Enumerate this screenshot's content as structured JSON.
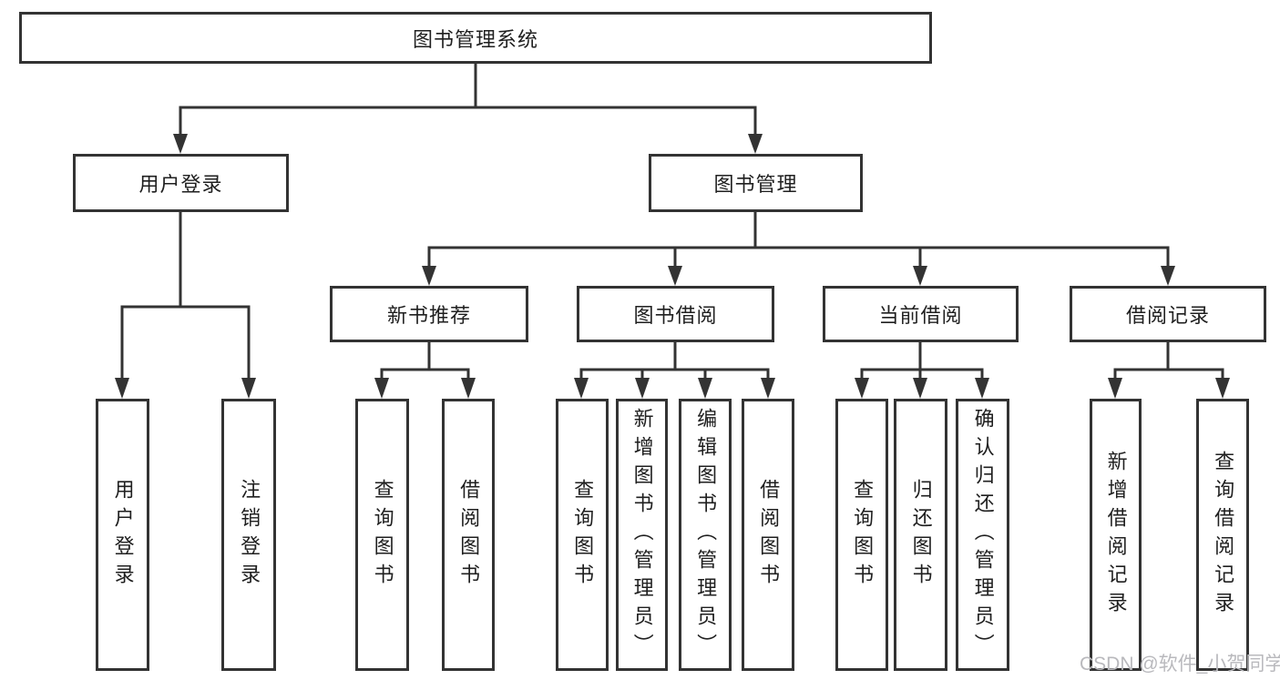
{
  "root": {
    "label": "图书管理系统"
  },
  "branches": [
    {
      "label": "用户登录",
      "children": [
        {
          "label": "用户登录"
        },
        {
          "label": "注销登录"
        }
      ]
    },
    {
      "label": "图书管理",
      "sections": [
        {
          "label": "新书推荐",
          "children": [
            {
              "label": "查询图书"
            },
            {
              "label": "借阅图书"
            }
          ]
        },
        {
          "label": "图书借阅",
          "children": [
            {
              "label": "查询图书"
            },
            {
              "label": "新增图书（管理员）"
            },
            {
              "label": "编辑图书（管理员）"
            },
            {
              "label": "借阅图书"
            }
          ]
        },
        {
          "label": "当前借阅",
          "children": [
            {
              "label": "查询图书"
            },
            {
              "label": "归还图书"
            },
            {
              "label": "确认归还（管理员）"
            }
          ]
        },
        {
          "label": "借阅记录",
          "children": [
            {
              "label": "新增借阅记录"
            },
            {
              "label": "查询借阅记录"
            }
          ]
        }
      ]
    }
  ],
  "watermark": {
    "text": "CSDN @软件_小贺同学"
  },
  "colors": {
    "line": "#333333",
    "box_border": "#333333",
    "box_background": "#ffffff",
    "text": "#1f1f1f",
    "watermark": "#b9b9bd",
    "page_background": "#ffffff"
  }
}
